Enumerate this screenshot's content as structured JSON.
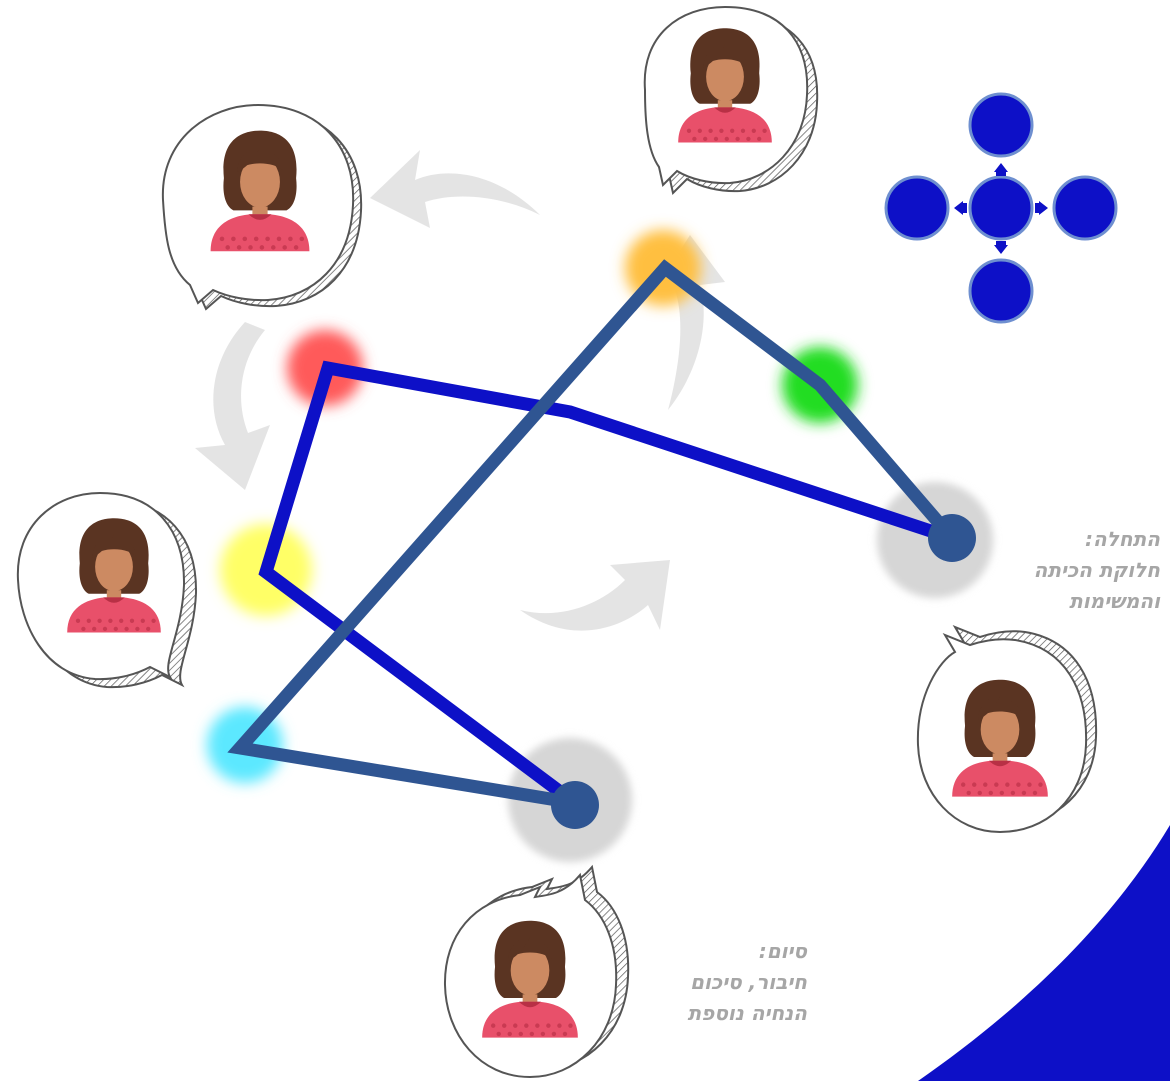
{
  "labels": {
    "start": [
      "התחלה:",
      "חלוקת הכיתה",
      "והמשימות"
    ],
    "end": [
      "סיום:",
      "חיבור, סיכום",
      "הנחיה נוספת"
    ]
  },
  "colors": {
    "background": "#ffffff",
    "path_blue": "#0d10c7",
    "path_slate": "#2f5592",
    "node_dark": "#2f5592",
    "glow_gray": "#d6d6d6",
    "dot_red": "#ff5a5a",
    "dot_yellow": "#ffff66",
    "dot_cyan": "#5ce8ff",
    "dot_orange": "#ffbf3f",
    "dot_green": "#22dd22",
    "cross_circle": "#0d10c7",
    "cross_ring": "#6e8fd0",
    "bubble_border": "#555555",
    "skin": "#cc8a62",
    "hair": "#5a3422",
    "shirt": "#e8506a",
    "arrow_gray": "#e3e3e3"
  },
  "icons": {
    "avatar": "woman-avatar-icon",
    "bubble": "speech-bubble-icon",
    "cross": "four-direction-arrows-icon"
  }
}
